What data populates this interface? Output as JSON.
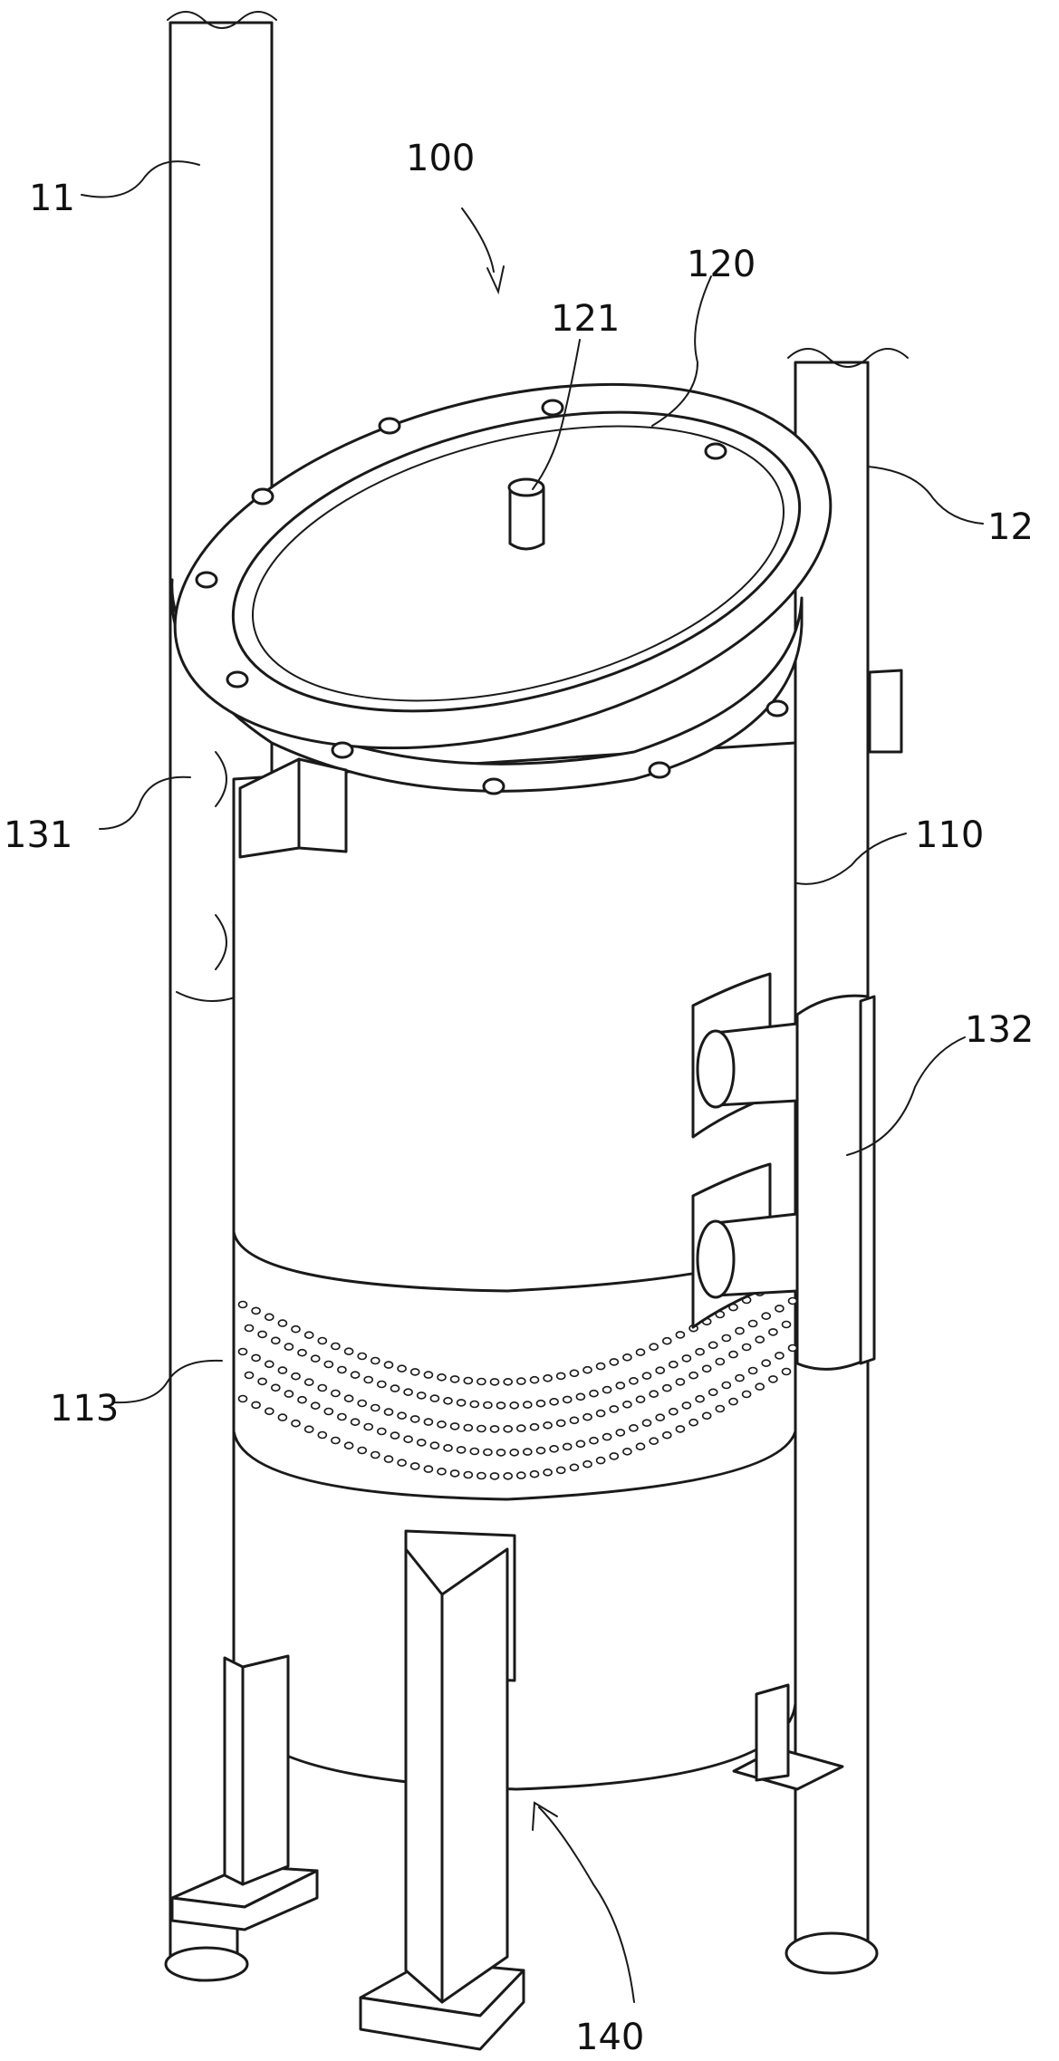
{
  "figure": {
    "labels": {
      "assembly": "100",
      "body": "110",
      "perforated_band": "113",
      "lid": "120",
      "lid_port": "121",
      "bracket_left": "131",
      "bracket_right": "132",
      "legs": "140",
      "pipe_left": "11",
      "pipe_right": "12"
    },
    "perforation_rows": 5
  }
}
